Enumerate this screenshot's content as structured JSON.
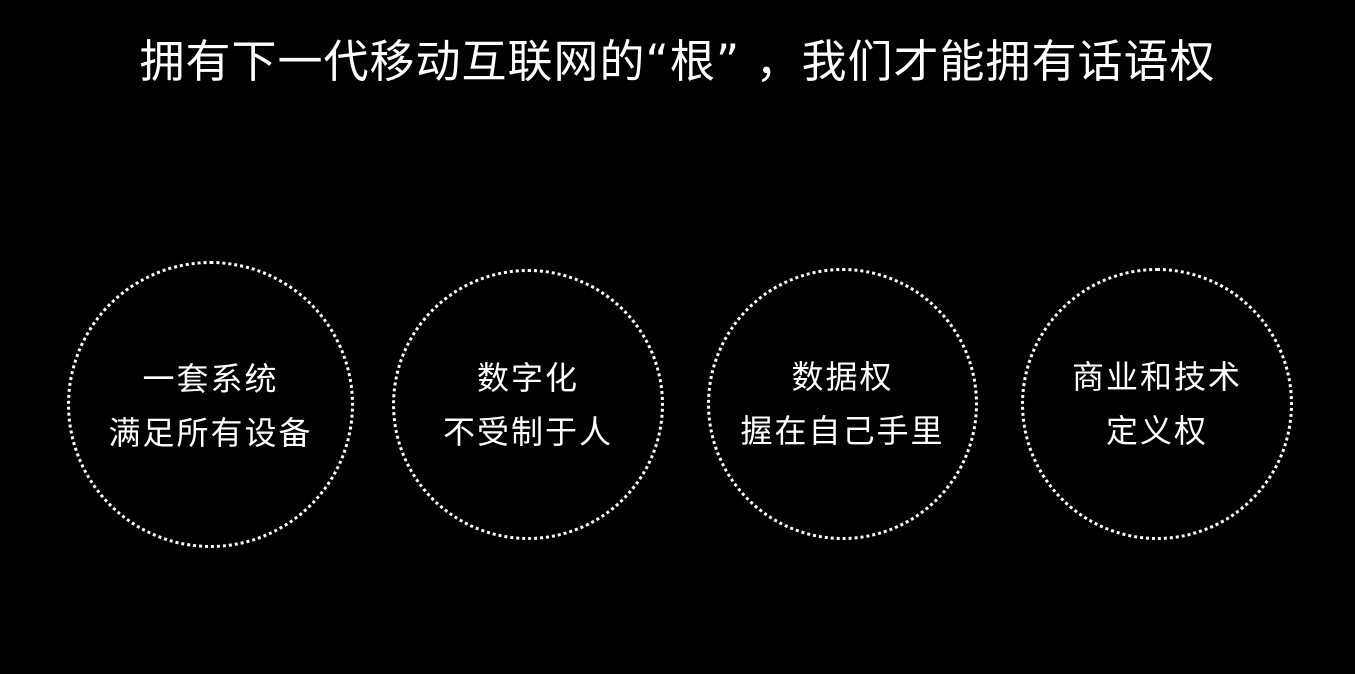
{
  "slide": {
    "title": "拥有下一代移动互联网的“根” ，我们才能拥有话语权",
    "background_color": "#000000",
    "text_color": "#ffffff"
  },
  "circles": [
    {
      "line1": "一套系统",
      "line2": "满足所有设备"
    },
    {
      "line1": "数字化",
      "line2": "不受制于人"
    },
    {
      "line1": "数据权",
      "line2": "握在自己手里"
    },
    {
      "line1": "商业和技术",
      "line2": "定义权"
    }
  ]
}
